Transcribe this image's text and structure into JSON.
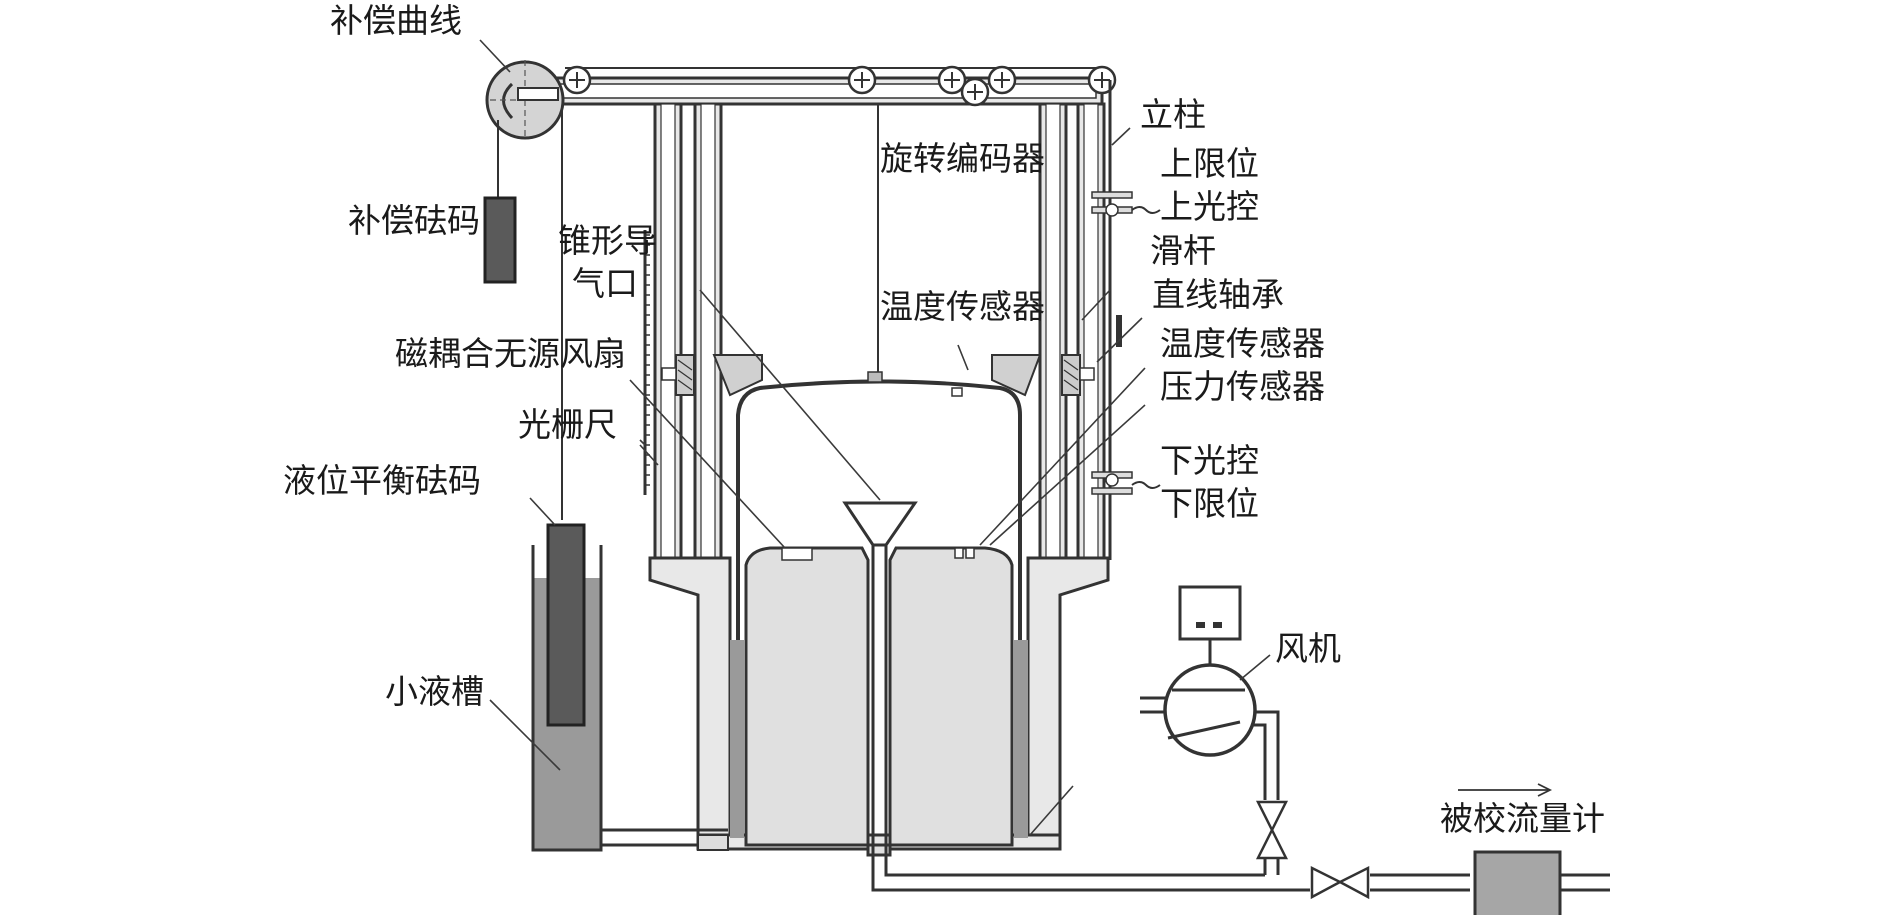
{
  "labels": {
    "compensation_curve": "补偿曲线",
    "compensation_weight": "补偿砝码",
    "column": "立柱",
    "rotary_encoder": "旋转编码器",
    "upper_limit": "上限位",
    "upper_photo": "上光控",
    "cone_nozzle_1": "锥形导",
    "cone_nozzle_2": "气口",
    "slide_rod": "滑杆",
    "linear_bearing": "直线轴承",
    "temp_sensor_top": "温度传感器",
    "temp_sensor_right": "温度传感器",
    "pressure_sensor": "压力传感器",
    "magnetic_fan": "磁耦合无源风扇",
    "grating_scale": "光栅尺",
    "lower_photo": "下光控",
    "lower_limit": "下限位",
    "level_weight": "液位平衡砝码",
    "blower": "风机",
    "small_tank": "小液槽",
    "flowmeter": "被校流量计"
  },
  "colors": {
    "frame_fill": "#e8e8e8",
    "liquid": "#9a9a9a",
    "weight": "#5a5a5a",
    "stroke": "#333333"
  },
  "icons": [
    "pulley-icon",
    "valve-icon",
    "blower-icon",
    "flow-arrow-icon"
  ]
}
